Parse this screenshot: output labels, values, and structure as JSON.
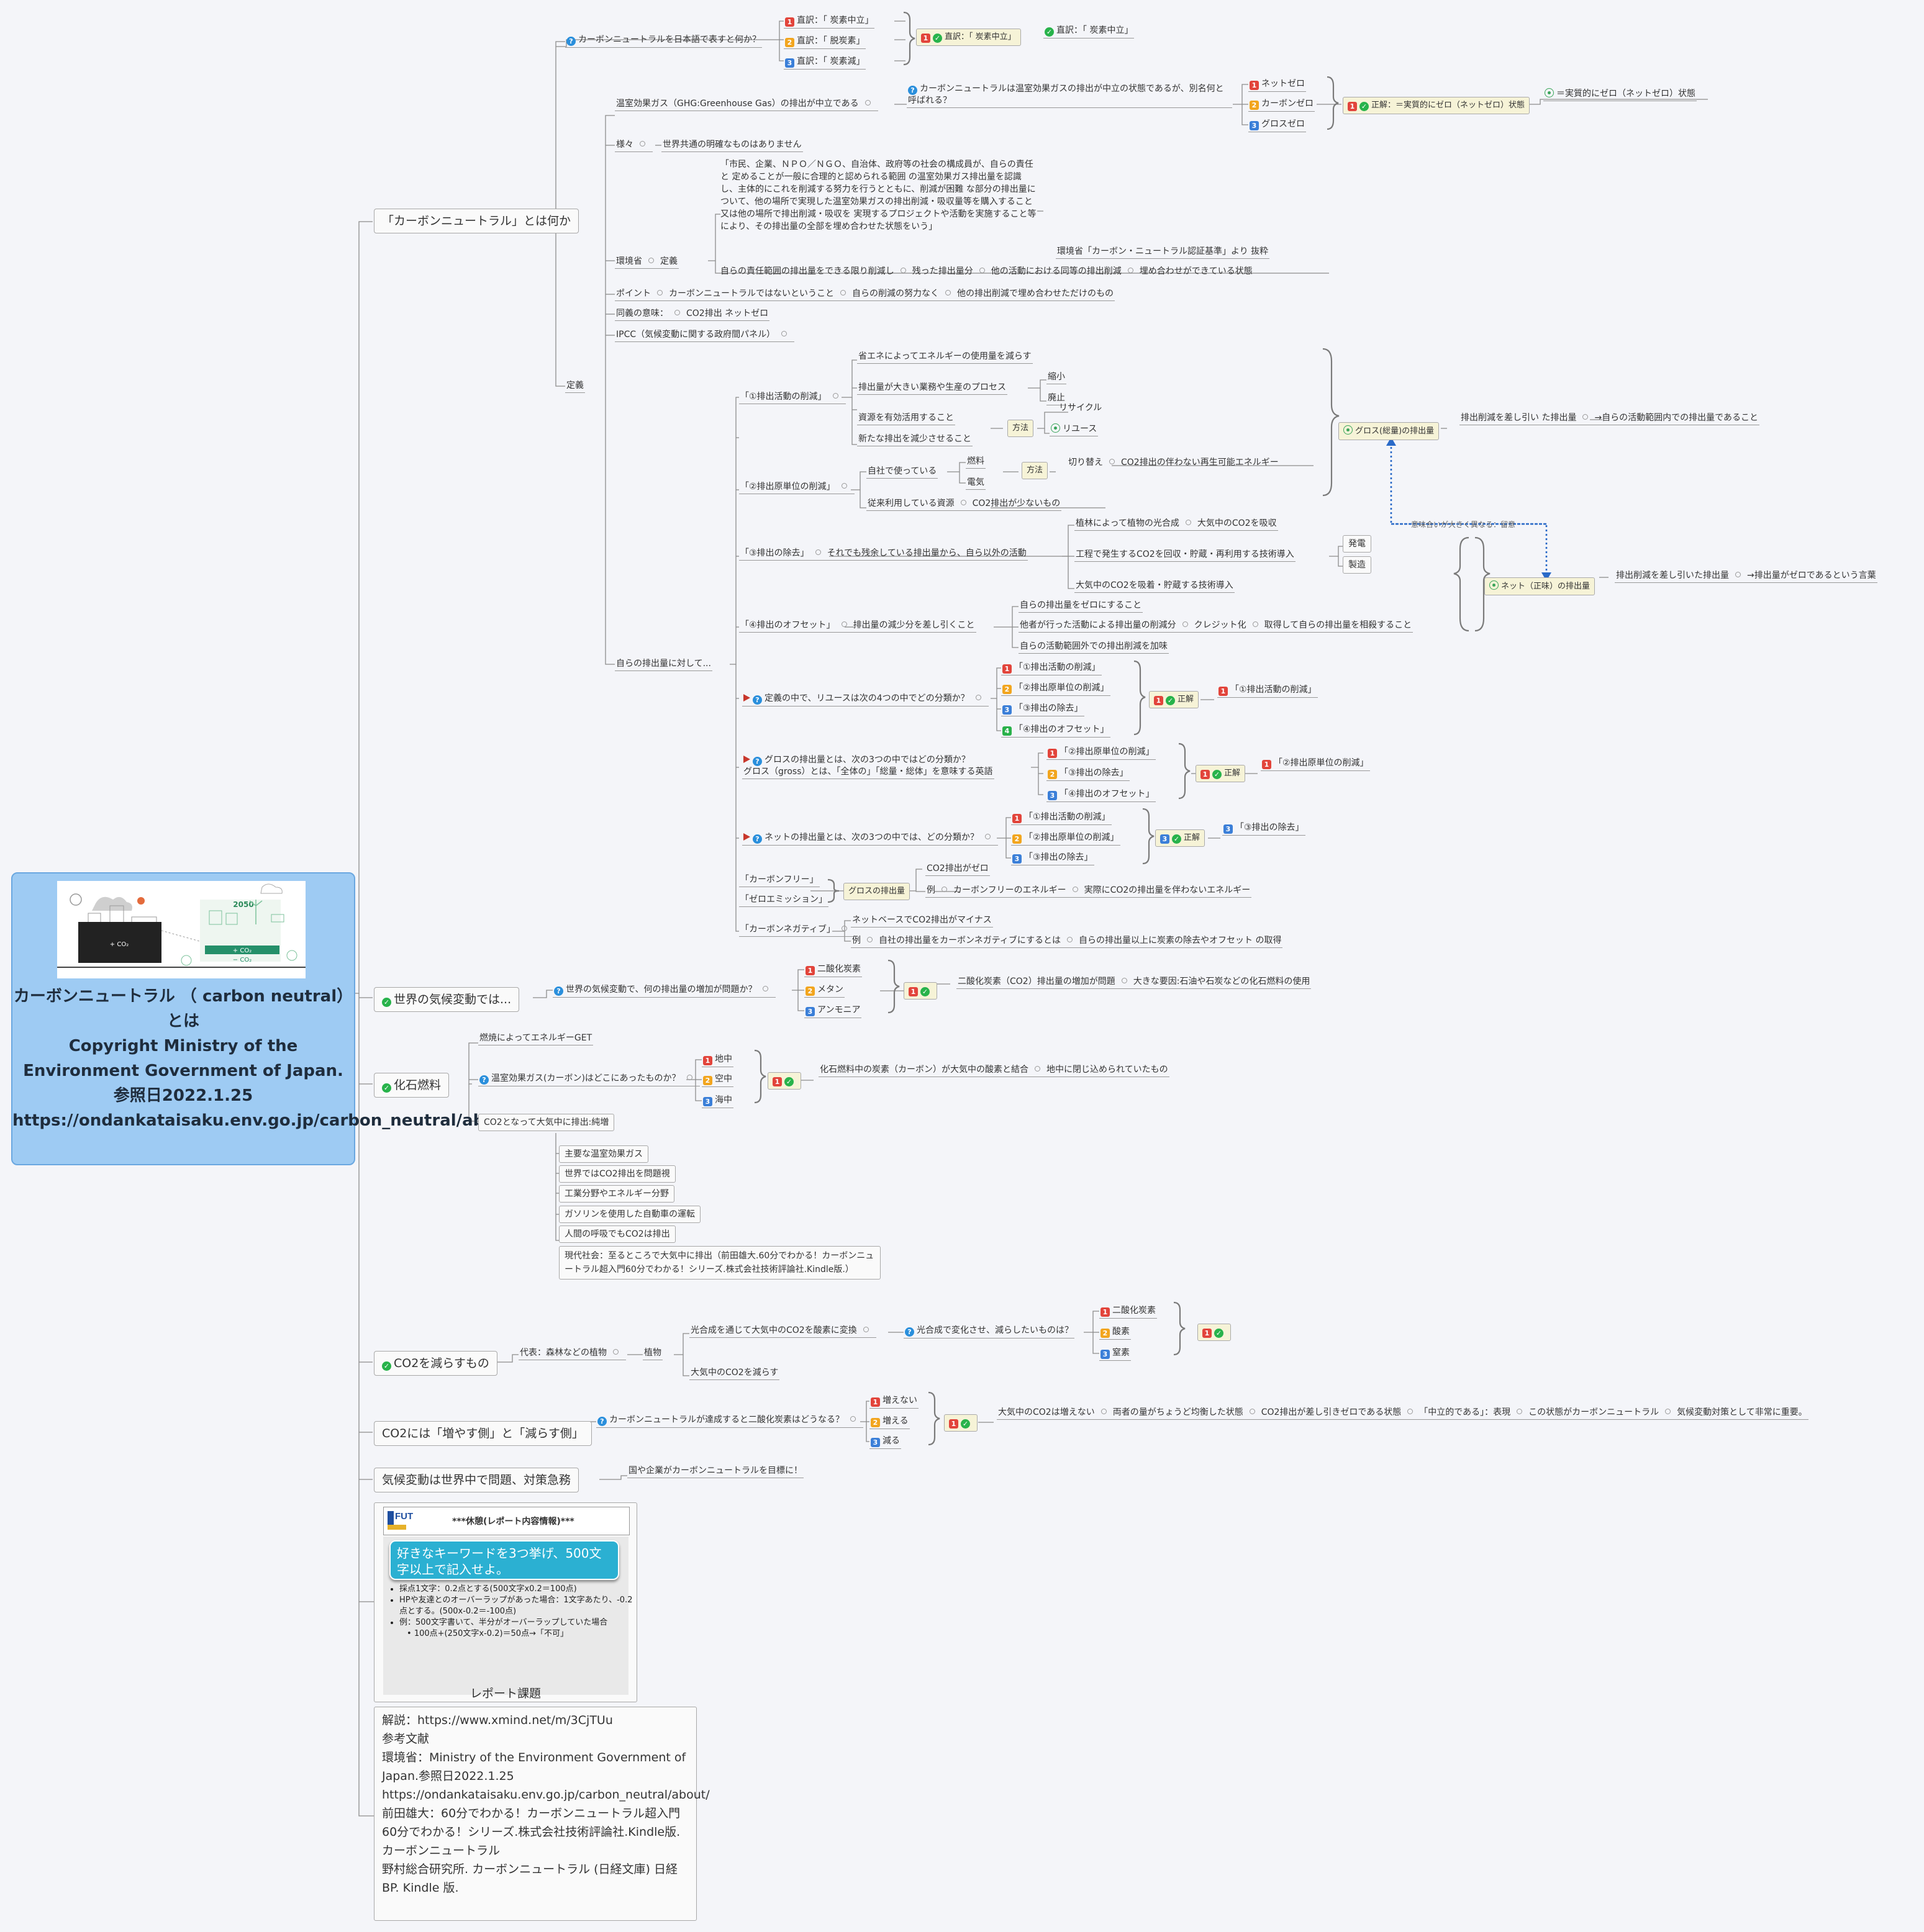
{
  "central": {
    "title": "カーボンニュートラル （ carbon neutral） とは\nCopyright Ministry of the Environment Government of Japan.\n参照日2022.1.25\nhttps://ondankataisaku.env.go.jp/carbon_neutral/about/",
    "illustration": {
      "year": "2050",
      "co2_plus": "+ CO₂",
      "co2_plus2": "+ CO₂",
      "co2_minus": "− CO₂"
    }
  },
  "branches": {
    "what_is": "「カーボンニュートラル」とは何か",
    "world": "世界の気候変動では...",
    "fossil": "化石燃料",
    "reduce": "CO2を減らすもの",
    "two_sides": "CO2には「増やす側」と「減らす側」",
    "urgent": "気候変動は世界中で問題、対策急務",
    "report_label": "レポート課題"
  },
  "what": {
    "q_japanese": "カーボンニュートラルを日本語で表すと何か？",
    "opt1": "直訳：「 炭素中立」",
    "opt2": "直訳：「 脱炭素」",
    "opt3": "直訳：「 炭素減」",
    "ans1": "直訳：「 炭素中立」",
    "ans1_result": "直訳：「 炭素中立」",
    "ghg": "温室効果ガス（GHG:Greenhouse Gas）の排出が中立である",
    "q_other": "カーボンニュートラルは温室効果ガスの排出が中立の状態であるが、別名何と呼ばれる？",
    "net1": "ネットゼロ",
    "net2": "カーボンゼロ",
    "net3": "グロスゼロ",
    "ans2": "正解：＝実質的にゼロ（ネットゼロ）状態",
    "ans2_result": "＝実質的にゼロ（ネットゼロ）状態",
    "various": "様々",
    "no_common": "世界共通の明確なものはありません",
    "moe": "環境省",
    "teigi": "定義",
    "moe_def": "「市民、企業、ＮＰＯ／ＮＧＯ、自治体、政府等の社会の構成員が、自らの責任と 定めることが一般に合理的と認められる範囲 の温室効果ガス排出量を認識し、主体的にこれを削減する努力を行うとともに、削減が困難 な部分の排出量について、他の場所で実現した温室効果ガスの排出削減・吸収量等を購入すること又は他の場所で排出削減・吸収を 実現するプロジェクトや活動を実施すること等 により、その排出量の全部を埋め合わせた状態をいう」",
    "moe_src": "環境省「カーボン・ニュートラル認証基準」より 抜粋",
    "chain1": "自らの責任範囲の排出量をできる限り削減し",
    "chain2": "残った排出量分",
    "chain3": "他の活動における同等の排出削減",
    "chain4": "埋め合わせができている状態",
    "point": "ポイント",
    "point1": "カーボンニュートラルではないということ",
    "point2": "自らの削減の努力なく",
    "point3": "他の排出削減で埋め合わせただけのもの",
    "synonym": "同義の意味：",
    "synonym_val": "CO2排出 ネットゼロ",
    "ipcc": "IPCC（気候変動に関する政府間パネル）",
    "teigi2": "定義",
    "own": "自らの排出量に対して..."
  },
  "methods": {
    "m1": "「①排出活動の削減」",
    "m1a": "省エネによってエネルギーの使用量を減らす",
    "m1b": "排出量が大きい業務や生産のプロセス",
    "m1b1": "縮小",
    "m1b2": "廃止",
    "m1c": "資源を有効活用すること",
    "m1d": "新たな排出を減少させること",
    "m1_method": "方法",
    "recycle": "リサイクル",
    "reuse": "リユース",
    "m2": "「②排出原単位の削減」",
    "m2a": "自社で使っている",
    "fuel": "燃料",
    "elec": "電気",
    "m2_method": "方法",
    "switch": "切り替え",
    "renew": "CO2排出の伴わない再生可能エネルギー",
    "m2b": "従来利用している資源",
    "m2b1": "CO2排出が少ないもの",
    "m3": "「③排出の除去」",
    "m3a": "それでも残余している排出量から、自ら以外の活動",
    "m3b1": "植林によって植物の光合成",
    "m3b1a": "大気中のCO2を吸収",
    "m3b2": "工程で発生するCO2を回収・貯蔵・再利用する技術導入",
    "power": "発電",
    "manu": "製造",
    "m3b3": "大気中のCO2を吸着・貯蔵する技術導入",
    "m4": "「④排出のオフセット」",
    "m4a": "排出量の減少分を差し引くこと",
    "m4b1": "自らの排出量をゼロにすること",
    "m4b2": "他者が行った活動による排出量の削減分",
    "credit": "クレジット化",
    "m4b2b": "取得して自らの排出量を相殺すること",
    "m4b3": "自らの活動範囲外での排出削減を加味",
    "gross": "グロス(総量)の排出量",
    "gross1": "排出削減を差し引い た排出量",
    "gross2": "→自らの活動範囲内での排出量であること",
    "net": "ネット（正味）の排出量",
    "net_a": "排出削減を差し引いた排出量",
    "net_b": "→排出量がゼロであるという言葉",
    "caution": "意味合いが大きく異なる：留意"
  },
  "quiz": {
    "q1": "定義の中で、リユースは次の4つの中でどの分類か？",
    "q1o1": "「①排出活動の削減」",
    "q1o2": "「②排出原単位の削減」",
    "q1o3": "「③排出の除去」",
    "q1o4": "「④排出のオフセット」",
    "q1ans": "正解",
    "q1res": "「①排出活動の削減」",
    "q2": "グロスの排出量とは、次の3つの中ではどの分類か？\nグロス（gross）とは、「全体の」「総量・総体」を意味する英語",
    "q2o1": "「②排出原単位の削減」",
    "q2o2": "「③排出の除去」",
    "q2o3": "「④排出のオフセット」",
    "q2ans": "正解",
    "q2res": "「②排出原単位の削減」",
    "q3": "ネットの排出量とは、次の3つの中では、どの分類か？",
    "q3o1": "「①排出活動の削減」",
    "q3o2": "「②排出原単位の削減」",
    "q3o3": "「③排出の除去」",
    "q3ans": "正解",
    "q3res": "「③排出の除去」",
    "carbonfree": "「カーボンフリー」",
    "zeroemi": "「ゼロエミッション」",
    "gross_em": "グロスの排出量",
    "co2zero": "CO2排出がゼロ",
    "ex": "例",
    "ex1": "カーボンフリーのエネルギー",
    "ex2": "実際にCO2の排出量を伴わないエネルギー",
    "negative": "「カーボンネガティブ」",
    "neg1": "ネットベースでCO2排出がマイナス",
    "ex_b": "例",
    "neg2": "自社の排出量をカーボンネガティブにするとは",
    "neg3": "自らの排出量以上に炭素の除去やオフセット の取得"
  },
  "world": {
    "q": "世界の気候変動で、何の排出量の増加が問題か？",
    "o1": "二酸化炭素",
    "o2": "メタン",
    "o3": "アンモニア",
    "a1": "二酸化炭素（CO2）排出量の増加が問題",
    "a2": "大きな要因:石油や石炭などの化石燃料の使用"
  },
  "fossil": {
    "f1": "燃焼によってエネルギーGET",
    "q": "温室効果ガス(カーボン)はどこにあったものか？",
    "o1": "地中",
    "o2": "空中",
    "o3": "海中",
    "a1": "化石燃料中の炭素（カーボン）が大気中の酸素と結合",
    "a2": "地中に閉じ込められていたもの",
    "f2": "CO2となって大気中に排出:純増",
    "l1": "主要な温室効果ガス",
    "l2": "世界ではCO2排出を問題視",
    "l3": "工業分野やエネルギー分野",
    "l4": "ガソリンを使用した自動車の運転",
    "l5": "人間の呼吸でもCO2は排出",
    "l6": "現代社会：至るところで大気中に排出（前田雄大.60分でわかる！カーボンニュートラル超入門60分でわかる！シリーズ.株式会社技術評論社.Kindle版.）"
  },
  "reduce": {
    "r1": "代表：森林などの植物",
    "r2": "植物",
    "r3": "光合成を通じて大気中のCO2を酸素に変換",
    "q": "光合成で変化させ、減らしたいものは？",
    "o1": "二酸化炭素",
    "o2": "酸素",
    "o3": "窒素",
    "r4": "大気中のCO2を減らす"
  },
  "sides": {
    "q": "カーボンニュートラルが達成すると二酸化炭素はどうなる？",
    "o1": "増えない",
    "o2": "増える",
    "o3": "減る",
    "a1": "大気中のCO2は増えない",
    "a2": "両者の量がちょうど均衡した状態",
    "a3": "CO2排出が差し引きゼロである状態",
    "a4": "「中立的である」：表現",
    "a5": "この状態がカーボンニュートラル",
    "a6": "気候変動対策として非常に重要。"
  },
  "urgent": {
    "a": "国や企業がカーボンニュートラルを目標に！"
  },
  "report": {
    "logo": "FUT",
    "header": "***休憩(レポート内容情報)***",
    "task": "好きなキーワードを3つ挙げ、500文字以上で記入せよ。",
    "b1": "採点1文字：0.2点とする(500文字x0.2＝100点)",
    "b2": "HPや友達とのオーバーラップがあった場合：1文字あたり、-0.2点とする。(500x-0.2＝-100点)",
    "b3": "例：500文字書いて、半分がオーバーラップしていた場合",
    "b4": "100点+(250文字x-0.2)＝50点→「不可」"
  },
  "refs": "解説：https://www.xmind.net/m/3CjTUu\n参考文献\n環境省：Ministry of the Environment Government of Japan.参照日2022.1.25\nhttps://ondankataisaku.env.go.jp/carbon_neutral/about/\n前田雄大：60分でわかる！カーボンニュートラル超入門60分でわかる！シリーズ.株式会社技術評論社.Kindle版.\nカーボンニュートラル\n野村総合研究所. カーボンニュートラル (日経文庫) 日経BP. Kindle 版.",
  "colors": {
    "background": "#f4f5f9",
    "central": "#9ecbf3",
    "answer_box": "#f6f3d7",
    "line": "#8c8c8c",
    "relation": "#2a6ac8"
  }
}
